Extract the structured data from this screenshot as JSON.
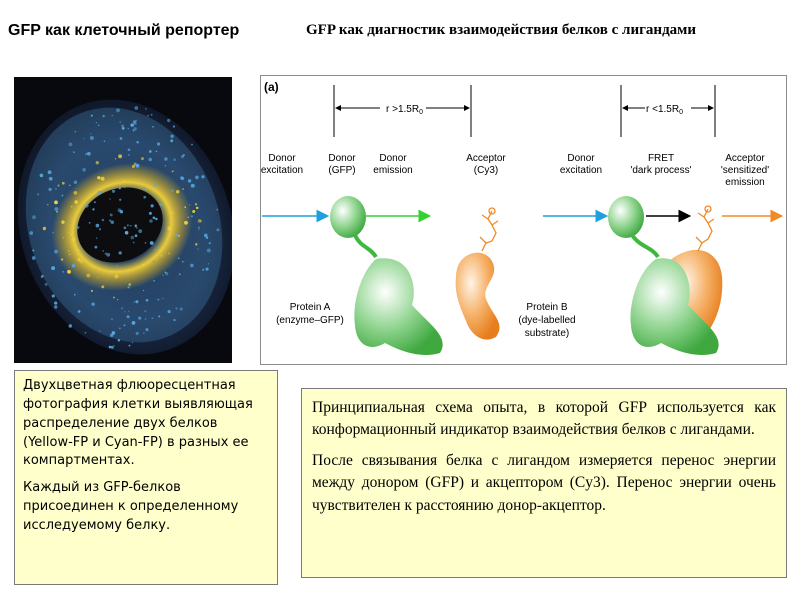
{
  "headings": {
    "left": "GFP как клеточный репортер",
    "right": "GFP  как диагностик взаимодействия белков с лигандами"
  },
  "diagram": {
    "panel_label": "(a)",
    "distance_far": "r >1.5R",
    "distance_near": "r <1.5R",
    "subscript": "0",
    "donor_excitation_1": "Donor",
    "donor_excitation_2": "excitation",
    "donor_gfp_1": "Donor",
    "donor_gfp_2": "(GFP)",
    "donor_emission_1": "Donor",
    "donor_emission_2": "emission",
    "acceptor_1": "Acceptor",
    "acceptor_2": "(Cy3)",
    "donor_excitation_b_1": "Donor",
    "donor_excitation_b_2": "excitation",
    "fret_1": "FRET",
    "fret_2": "'dark process'",
    "acceptor_sens_1": "Acceptor",
    "acceptor_sens_2": "'sensitized'",
    "acceptor_sens_3": "emission",
    "protein_a_1": "Protein A",
    "protein_a_2": "(enzyme–GFP)",
    "protein_b_1": "Protein B",
    "protein_b_2": "(dye-labelled",
    "protein_b_3": "substrate)"
  },
  "left_caption": {
    "p1": "Двухцветная флюоресцентная фотография клетки выявляющая распределение двух  белков (Yellow-FP  и Cyan-FP) в разных ее компартментах.",
    "p2": "Каждый из GFP-белков присоединен к определенному исследуемому белку."
  },
  "right_caption": {
    "p1": "Принципиальная схема опыта, в которой GFP используется как конформационный индикатор взаимодействия белков с лигандами.",
    "p2": "После связывания белка с лигандом измеряется перенос энергии между донором (GFP) и акцептором (Cy3). Перенос энергии очень чувствителен к расстоянию  донор-акцептор."
  },
  "colors": {
    "donor_green": "#3fb83f",
    "acceptor_orange": "#f08a24",
    "excitation_blue": "#1ea0e0",
    "emission_green": "#33d133",
    "cell_yellow": "#f4d23a",
    "cell_cyan": "#57a9e0",
    "caption_bg": "#ffffcc"
  }
}
